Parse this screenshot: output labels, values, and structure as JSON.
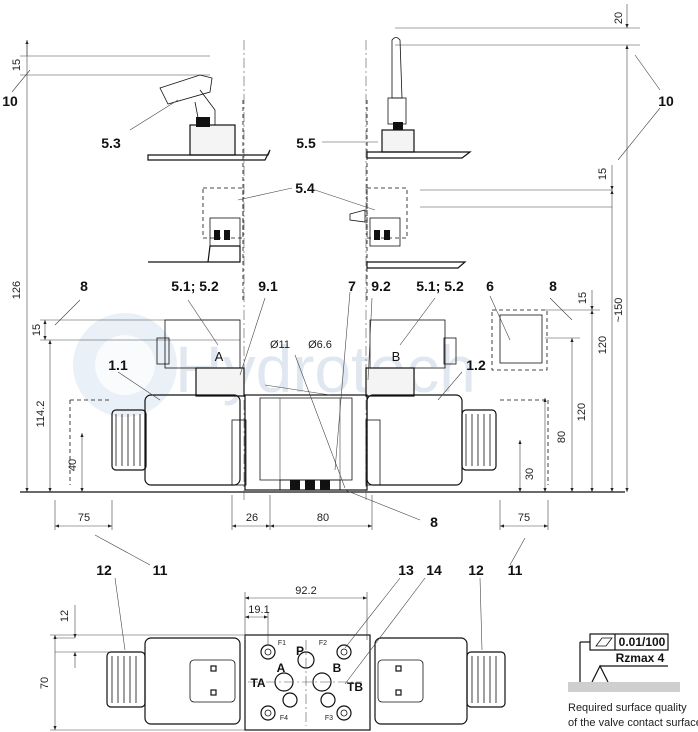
{
  "watermark": "Hydrotech",
  "dimensions": {
    "d20": "20",
    "d15_top_left": "15",
    "d15_right_a": "15",
    "d15_right_b": "15",
    "d15_left_mid": "15",
    "d126": "126",
    "d150": "~150",
    "d120_a": "120",
    "d120_b": "120",
    "d114": "114.2",
    "d80_right": "80",
    "d40": "40",
    "d30": "30",
    "d75_left": "75",
    "d75_right": "75",
    "d26": "26",
    "d80_bottom": "80",
    "d11": "Ø11",
    "d6_6": "Ø6.6",
    "d92": "92.2",
    "d19": "19.1",
    "d12": "12",
    "d70": "70"
  },
  "callouts": {
    "c10_left": "10",
    "c10_right": "10",
    "c5_3": "5.3",
    "c5_5": "5.5",
    "c5_4": "5.4",
    "c8_left": "8",
    "c8_right": "8",
    "c8_bottom": "8",
    "c5_1_left": "5.1; 5.2",
    "c5_1_right": "5.1; 5.2",
    "c9_1": "9.1",
    "c7": "7",
    "c9_2": "9.2",
    "c6": "6",
    "c1_1": "1.1",
    "c1_2": "1.2",
    "c11_left": "11",
    "c11_right": "11",
    "c12_left": "12",
    "c12_right": "12",
    "c13": "13",
    "c14": "14"
  },
  "solenoid_labels": {
    "left": "A",
    "right": "B"
  },
  "ports": {
    "P": "P",
    "A": "A",
    "B": "B",
    "TA": "TA",
    "TB": "TB"
  },
  "fixing_holes": {
    "F1": "F1",
    "F2": "F2",
    "F3": "F3",
    "F4": "F4"
  },
  "surface": {
    "flatness": "0.01/100",
    "roughness": "Rzmax 4",
    "caption_line1": "Required surface quality",
    "caption_line2": "of the valve contact surface"
  }
}
